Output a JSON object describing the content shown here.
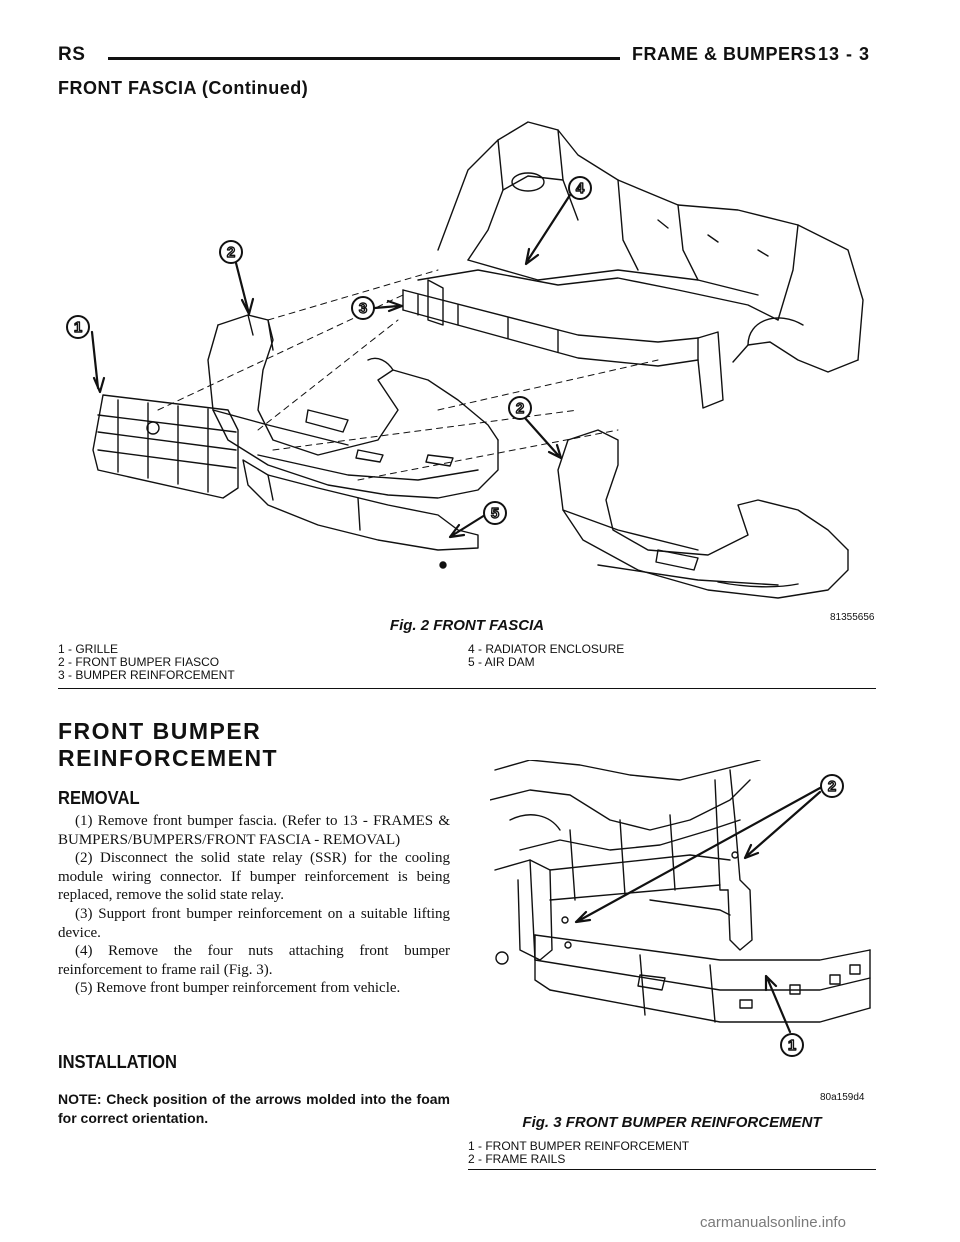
{
  "header": {
    "left": "RS",
    "section": "FRAME & BUMPERS",
    "page": "13 - 3"
  },
  "continued_title": "FRONT FASCIA (Continued)",
  "figure2": {
    "caption": "Fig. 2 FRONT FASCIA",
    "code": "81355656",
    "legend_left": [
      "1 - GRILLE",
      "2 - FRONT BUMPER FIASCO",
      "3 - BUMPER REINFORCEMENT"
    ],
    "legend_right": [
      "4 - RADIATOR ENCLOSURE",
      "5 - AIR DAM"
    ],
    "callouts": [
      "1",
      "2",
      "3",
      "4",
      "2",
      "5"
    ]
  },
  "section": {
    "title_line1": "FRONT BUMPER",
    "title_line2": "REINFORCEMENT",
    "removal_heading": "REMOVAL",
    "removal_steps": [
      "(1) Remove front bumper fascia. (Refer to 13 - FRAMES & BUMPERS/BUMPERS/FRONT FASCIA - REMOVAL)",
      "(2) Disconnect the solid state relay (SSR) for the cooling module wiring connector. If bumper reinforcement is being replaced, remove the solid state relay.",
      "(3) Support front bumper reinforcement on a suitable lifting device.",
      "(4) Remove the four nuts attaching front bumper reinforcement to frame rail (Fig. 3).",
      "(5) Remove front bumper reinforcement from vehicle."
    ],
    "installation_heading": "INSTALLATION",
    "note": "NOTE: Check position of the arrows molded into the foam for correct orientation."
  },
  "figure3": {
    "caption": "Fig. 3 FRONT BUMPER REINFORCEMENT",
    "code": "80a159d4",
    "legend": [
      "1 - FRONT BUMPER REINFORCEMENT",
      "2 - FRAME RAILS"
    ],
    "callouts": [
      "2",
      "1"
    ]
  },
  "watermark": "carmanualsonline.info"
}
